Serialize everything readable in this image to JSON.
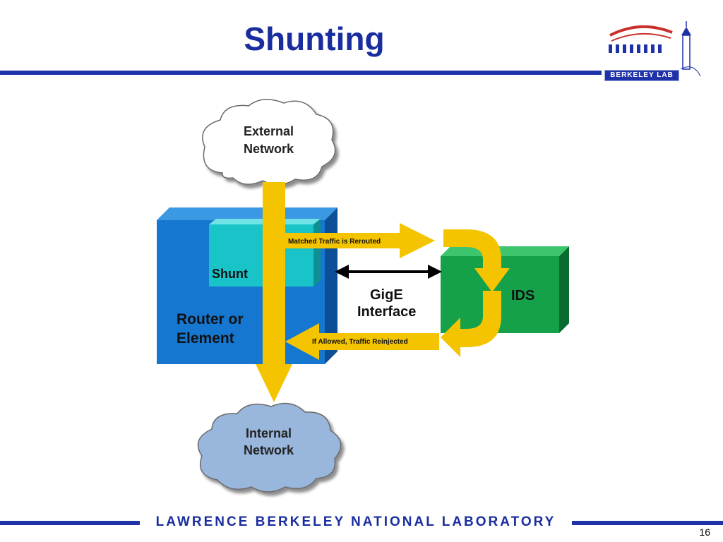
{
  "slide": {
    "title": "Shunting",
    "page_number": "16"
  },
  "logo": {
    "label": "BERKELEY LAB",
    "icon": "berkeley-lab-logo-icon"
  },
  "footer": {
    "text": "LAWRENCE BERKELEY NATIONAL LABORATORY"
  },
  "diagram": {
    "external_cloud": [
      "External",
      "Network"
    ],
    "internal_cloud": [
      "Internal",
      "Network"
    ],
    "router_box": {
      "line1": "Router or",
      "line2": "Element",
      "shunt_label": "Shunt"
    },
    "ids_box": "IDS",
    "link_label": [
      "GigE",
      "Interface"
    ],
    "rerouted_label": "Matched Traffic is Rerouted",
    "reinjected_label": "If Allowed, Traffic Reinjected"
  },
  "colors": {
    "title_blue": "#1a2d9e",
    "router_blue": "#1577d0",
    "shunt_cyan": "#19c4c8",
    "ids_green": "#14a14a",
    "arrow_yellow": "#f5c400",
    "external_cloud": "#ffffff",
    "internal_cloud": "#99b6dc"
  }
}
